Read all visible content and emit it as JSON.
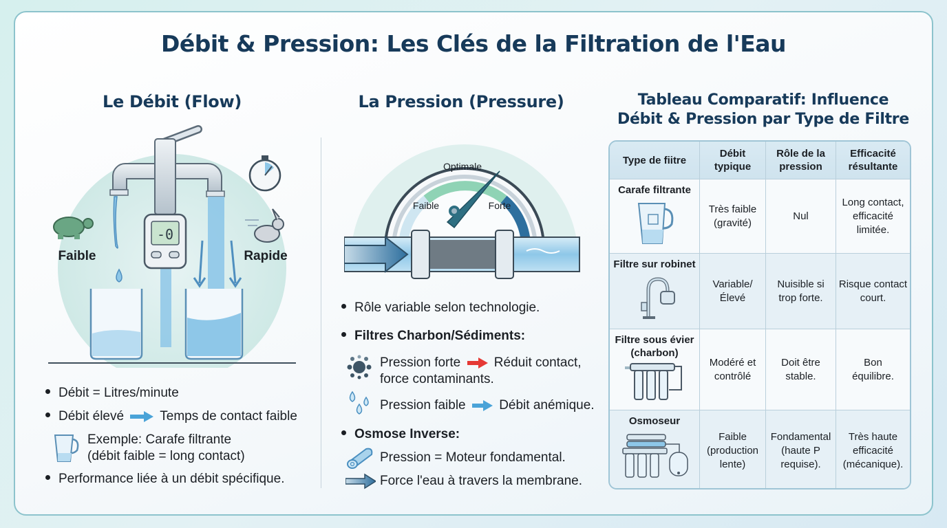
{
  "title": "Débit & Pression: Les Clés de la Filtration de l'Eau",
  "flow": {
    "heading": "Le Débit (Flow)",
    "illustration": {
      "left_label": "Faible",
      "right_label": "Rapide",
      "meter_display": "-0",
      "icons": [
        "faucet-icon",
        "flow-meter-icon",
        "stopwatch-icon",
        "turtle-icon",
        "rabbit-icon",
        "beaker-icon"
      ]
    },
    "bullets": [
      {
        "text": "Débit = Litres/minute"
      },
      {
        "before": "Débit élevé",
        "after": "Temps de contact faible",
        "arrow_color": "#4aa3d8"
      },
      {
        "line1": "Exemple: Carafe filtrante",
        "line2": "(débit faible = long contact)",
        "icon": "pitcher-icon"
      },
      {
        "text": "Performance liée à un débit spécifique."
      }
    ]
  },
  "pressure": {
    "heading": "La Pression (Pressure)",
    "gauge": {
      "low_label": "Faible",
      "mid_label": "Optimale",
      "high_label": "Forte"
    },
    "bullets": [
      {
        "text": "Rôle variable selon technologie."
      },
      {
        "text": "Filtres Charbon/Sédiments:",
        "bold": true
      },
      {
        "before": "Pression forte",
        "after": "Réduit contact,",
        "line2": "force contaminants.",
        "icon": "particles-icon",
        "arrow_color": "#e53935"
      },
      {
        "before": "Pression faible",
        "after": "Débit anémique.",
        "icon": "droplets-icon",
        "arrow_color": "#4aa3d8"
      },
      {
        "text": "Osmose Inverse:",
        "bold": true
      },
      {
        "text": "Pression = Moteur fondamental.",
        "icon": "membrane-roll-icon"
      },
      {
        "text": "Force l'eau à travers la membrane.",
        "icon": "arrow-right-icon"
      }
    ]
  },
  "table": {
    "heading_line1": "Tableau Comparatif: Influence",
    "heading_line2": "Débit & Pression par Type de Filtre",
    "columns": [
      "Type de fiitre",
      "Débit typique",
      "Rôle de la pression",
      "Efficacité résultante"
    ],
    "rows": [
      {
        "type": "Carafe filtrante",
        "debit": "Très faible (gravité)",
        "role": "Nul",
        "efficacite": "Long contact, efficacité limitée.",
        "icon": "pitcher-icon"
      },
      {
        "type": "Filtre sur robinet",
        "debit": "Variable/ Élevé",
        "role": "Nuisible si trop forte.",
        "efficacite": "Risque contact court.",
        "icon": "faucet-filter-icon"
      },
      {
        "type": "Filtre sous évier (charbon)",
        "debit": "Modéré et contrôlé",
        "role": "Doit être stable.",
        "efficacite": "Bon équilibre.",
        "icon": "under-sink-filter-icon"
      },
      {
        "type": "Osmoseur",
        "debit": "Faible (production lente)",
        "role": "Fondamental (haute P requise).",
        "efficacite": "Très haute efficacité (mécanique).",
        "icon": "reverse-osmosis-icon"
      }
    ]
  },
  "colors": {
    "title": "#173a5a",
    "accent_blue": "#4aa3d8",
    "alert_red": "#e53935",
    "gauge_green": "#8fd3b5",
    "gauge_blue": "#2e6f9e",
    "border": "#8cc3cc"
  }
}
